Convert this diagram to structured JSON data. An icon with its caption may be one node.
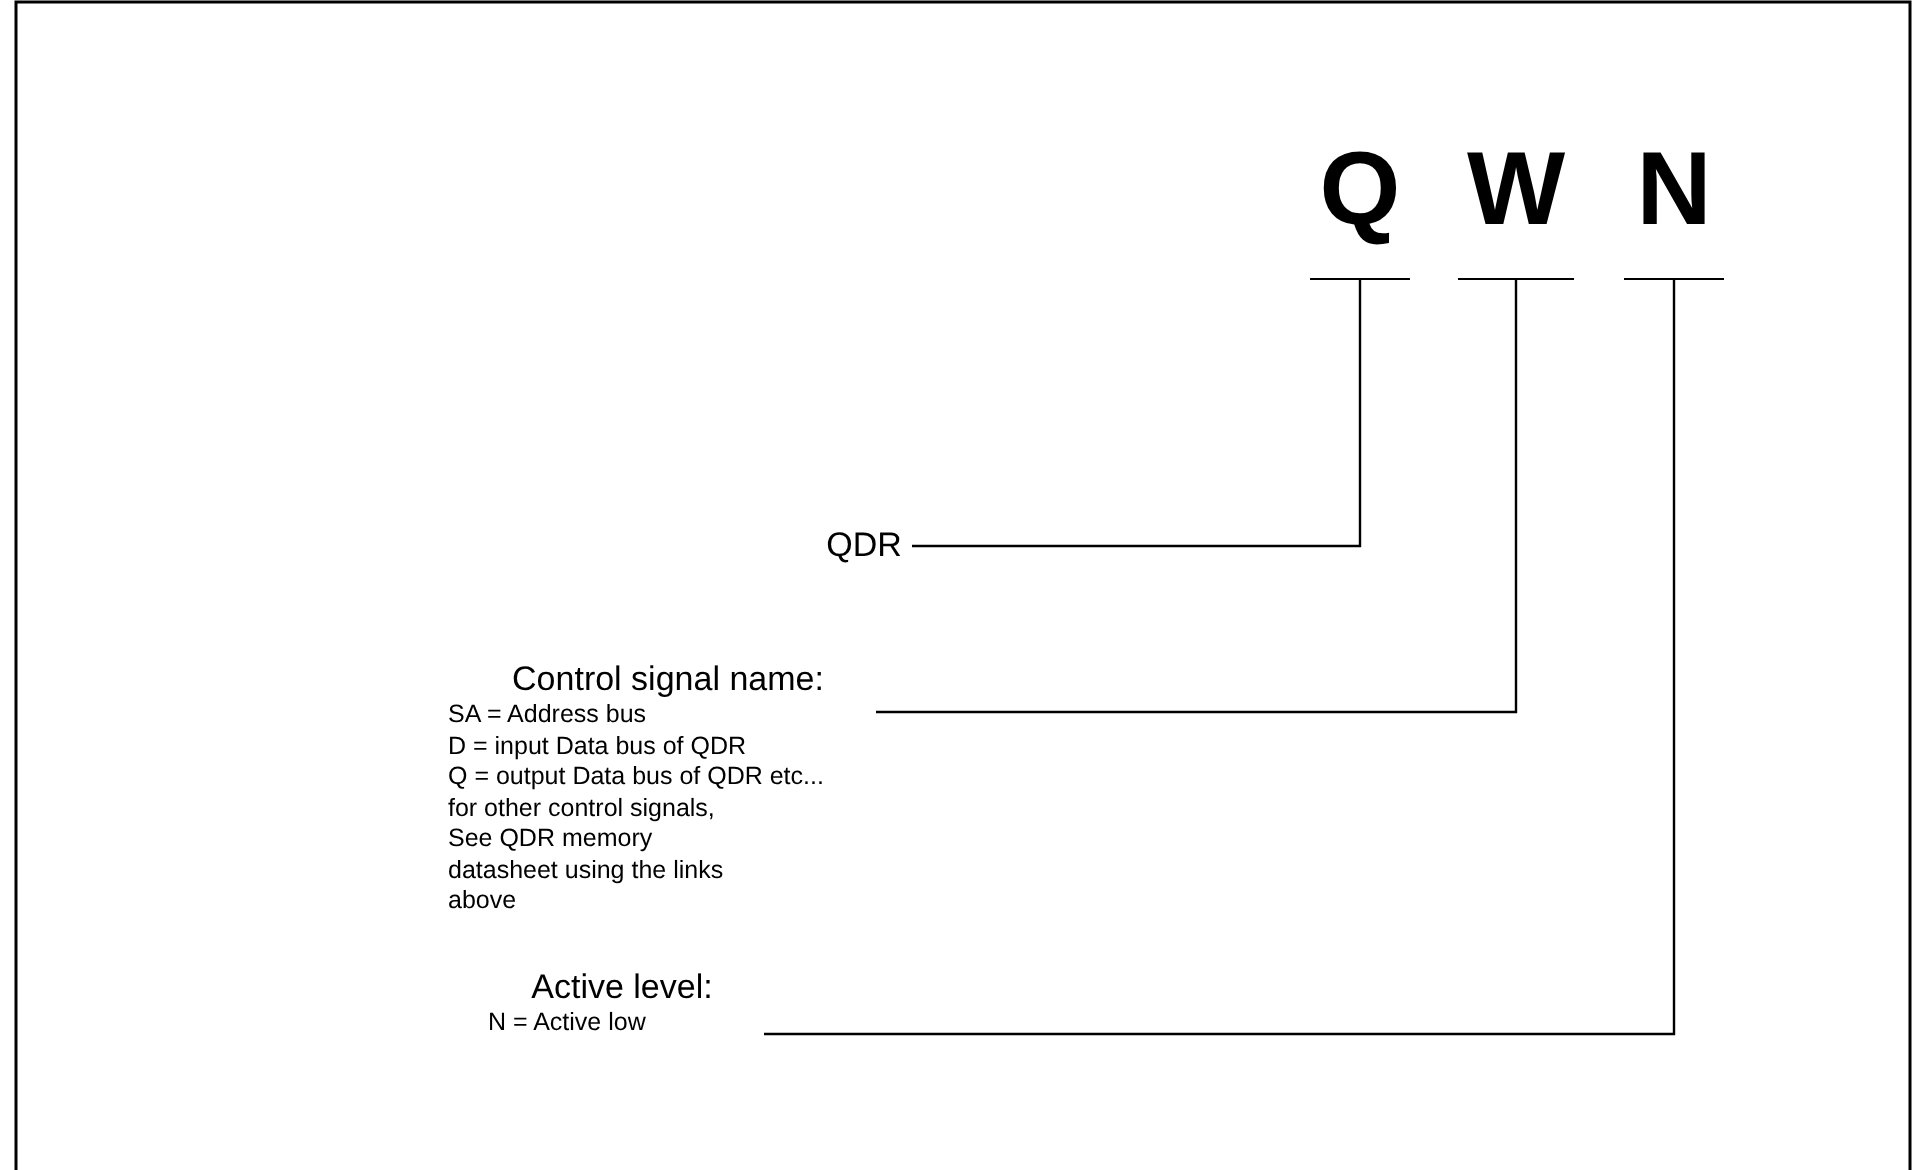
{
  "diagram": {
    "nodes": [
      {
        "text": [
          "Q"
        ]
      },
      {
        "text": [
          "W"
        ]
      },
      {
        "text": [
          "N"
        ]
      },
      {
        "text": [
          "QDR"
        ]
      },
      {
        "text": [
          "Control signal name:",
          "SA = Address bus",
          "D = input Data bus of QDR",
          "Q = output Data bus of QDR etc...",
          "for other control signals, See QDR memory datasheet using the links above"
        ]
      },
      {
        "text": [
          "Active level:",
          "N = Active low"
        ]
      }
    ],
    "edges": [
      {
        "from": 3,
        "to": 0,
        "arrow": "none"
      },
      {
        "from": 4,
        "to": 1,
        "arrow": "none"
      },
      {
        "from": 5,
        "to": 2,
        "arrow": "none"
      }
    ]
  }
}
